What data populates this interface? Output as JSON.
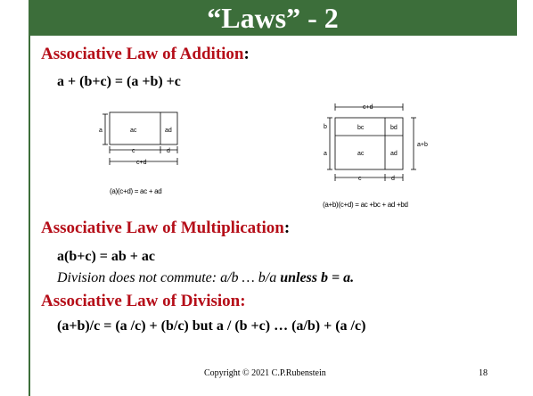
{
  "slide": {
    "title": "“Laws” - 2",
    "section1": {
      "heading": "Associative Law of Addition",
      "colon": ":",
      "equation": "a + (b+c) = (a +b) +c"
    },
    "diagram1": {
      "labels": {
        "a": "a",
        "ac": "ac",
        "ad": "ad",
        "c": "c",
        "d": "d",
        "cd": "c+d"
      },
      "caption": "(a)(c+d) = ac + ad"
    },
    "diagram2": {
      "labels": {
        "cd": "c+d",
        "b": "b",
        "a": "a",
        "bc": "bc",
        "bd": "bd",
        "ac": "ac",
        "ad": "ad",
        "ab": "a+b",
        "c": "c",
        "d": "d"
      },
      "caption": "(a+b)(c+d) = ac +bc + ad +bd"
    },
    "section2": {
      "heading": "Associative Law of Multiplication",
      "colon": ":",
      "equation": "a(b+c) = ab + ac",
      "note_italic": "Division does not commute: a/b … b/a ",
      "note_bold": "unless b = a."
    },
    "section3": {
      "heading": "Associative Law of Division:",
      "equation": "(a+b)/c = (a /c) + (b/c) but a / (b +c) … (a/b) + (a /c)"
    },
    "footer": {
      "copyright": "Copyright © 2021 C.P.Rubenstein",
      "page_number": "18"
    }
  }
}
